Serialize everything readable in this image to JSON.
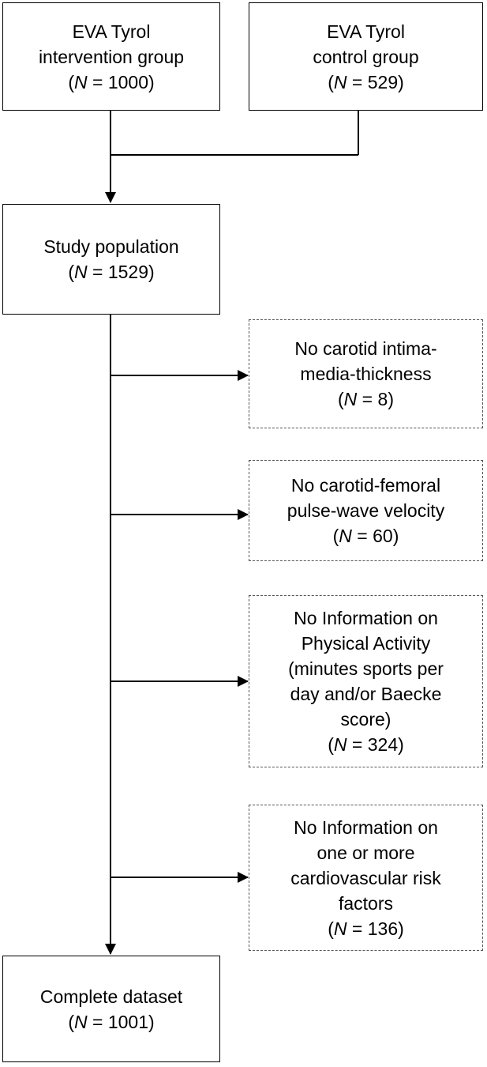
{
  "nodes": {
    "intervention": {
      "lines": [
        "EVA Tyrol",
        "intervention group"
      ],
      "n_label": "N",
      "n_value": "1000"
    },
    "control": {
      "lines": [
        "EVA Tyrol",
        "control group"
      ],
      "n_label": "N",
      "n_value": "529"
    },
    "study": {
      "lines": [
        "Study population"
      ],
      "n_label": "N",
      "n_value": "1529"
    },
    "excl_imt": {
      "lines": [
        "No carotid intima-",
        "media-thickness"
      ],
      "n_label": "N",
      "n_value": "8"
    },
    "excl_pwv": {
      "lines": [
        "No carotid-femoral",
        "pulse-wave velocity"
      ],
      "n_label": "N",
      "n_value": "60"
    },
    "excl_pa": {
      "lines": [
        "No Information on",
        "Physical Activity",
        "(minutes sports per",
        "day and/or Baecke",
        "score)"
      ],
      "n_label": "N",
      "n_value": "324"
    },
    "excl_cv": {
      "lines": [
        "No Information on",
        "one or more",
        "cardiovascular risk",
        "factors"
      ],
      "n_label": "N",
      "n_value": "136"
    },
    "complete": {
      "lines": [
        "Complete dataset"
      ],
      "n_label": "N",
      "n_value": "1001"
    }
  },
  "colors": {
    "line": "#000000",
    "dashed_border": "#555555",
    "background": "#ffffff"
  }
}
